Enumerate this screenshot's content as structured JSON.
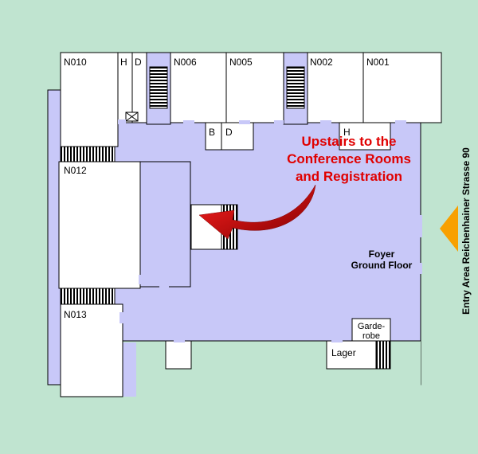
{
  "rooms": {
    "n010": "N010",
    "h1": "H",
    "d1": "D",
    "n006": "N006",
    "n005": "N005",
    "n002": "N002",
    "n001": "N001",
    "b": "B",
    "d2": "D",
    "h2": "H",
    "n012": "N012",
    "n013": "N013",
    "garderobe_line1": "Garde-",
    "garderobe_line2": "robe",
    "lager": "Lager"
  },
  "foyer": {
    "line1": "Foyer",
    "line2": "Ground Floor"
  },
  "callout": {
    "line1": "Upstairs to the",
    "line2": "Conference Rooms",
    "line3": "and Registration"
  },
  "entry": {
    "label": "Entry Area Reichenhainer Strasse 90"
  },
  "colors": {
    "background": "#c0e4d0",
    "floor": "#c8c8f8",
    "room": "#ffffff",
    "callout_text": "#e00000",
    "arrow": "#cc0000",
    "entry_marker": "#f8a000"
  }
}
